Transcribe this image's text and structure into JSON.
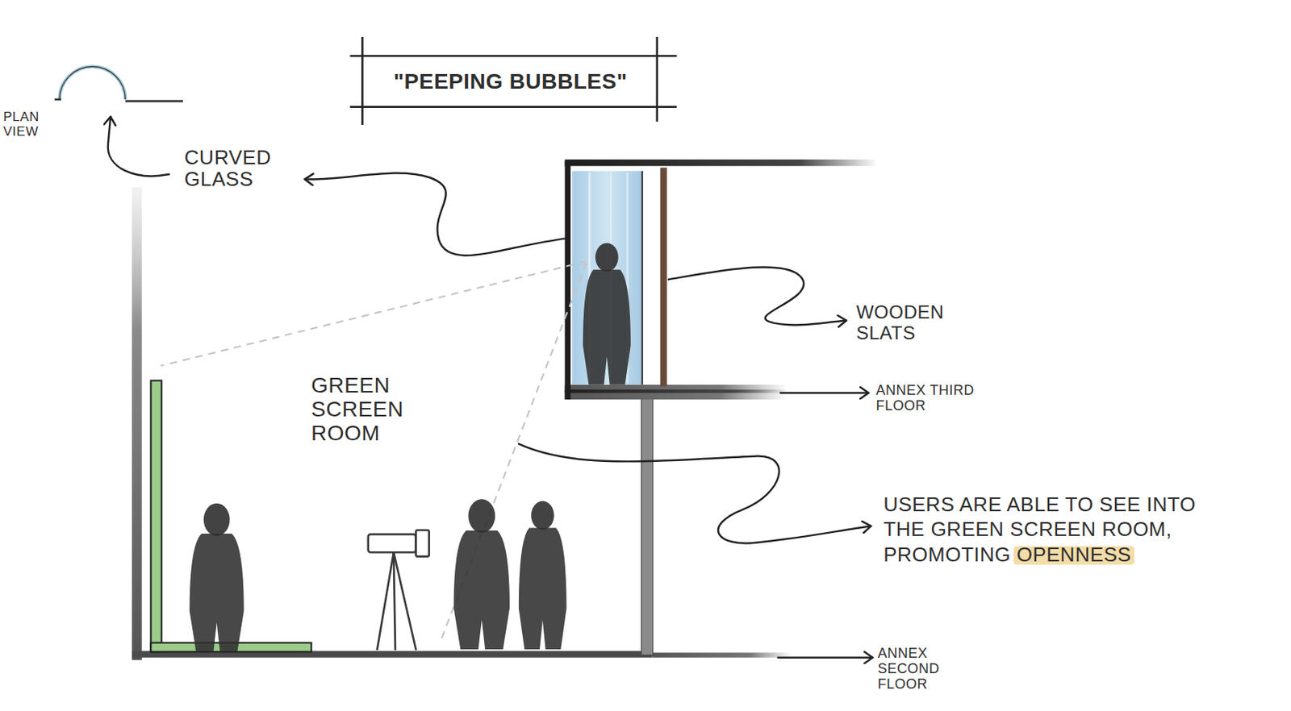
{
  "diagram": {
    "title": "\"PEEPING BUBBLES\"",
    "labels": [
      "PLAN VIEW",
      "CURVED GLASS",
      "GREEN SCREEN ROOM",
      "WOODEN SLATS",
      "ANNEX THIRD FLOOR",
      "USERS ARE ABLE TO SEE INTO THE GREEN SCREEN ROOM, PROMOTING OPENNESS",
      "ANNEX SECOND FLOOR"
    ]
  }
}
